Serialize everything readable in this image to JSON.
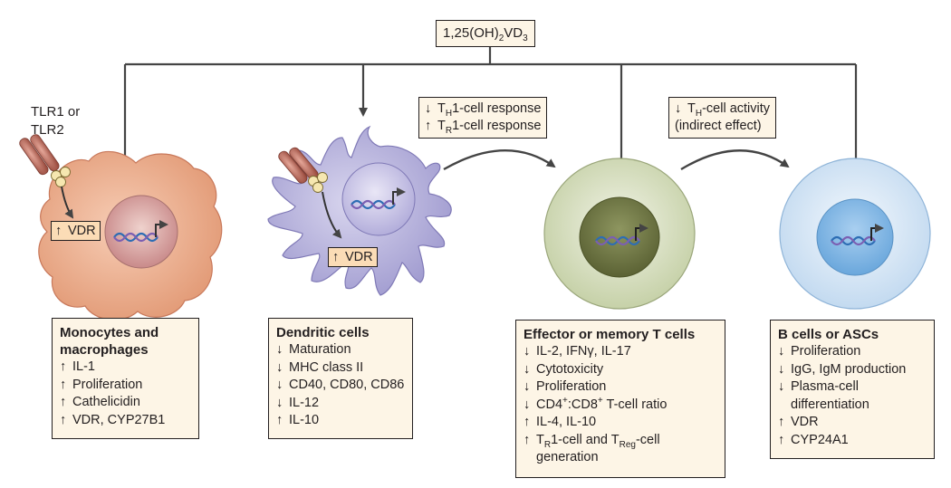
{
  "source": {
    "base": "1,25(OH)",
    "sub1": "2",
    "mid": "VD",
    "sub2": "3"
  },
  "tlr_label": {
    "line1": "TLR1 or",
    "line2": "TLR2"
  },
  "vdr_label": "VDR",
  "up_arrow": "↑",
  "down_arrow": "↓",
  "effects": {
    "th_response": {
      "pre": "T",
      "sub": "H",
      "post": "1-cell response"
    },
    "tr_response": {
      "pre": "T",
      "sub": "R",
      "post": "1-cell response"
    },
    "th_activity": {
      "pre": "T",
      "sub": "H",
      "post": "-cell activity"
    },
    "indirect": "(indirect effect)"
  },
  "monocytes": {
    "title1": "Monocytes and",
    "title2": "macrophages",
    "items": [
      "IL-1",
      "Proliferation",
      "Cathelicidin",
      "VDR, CYP27B1"
    ]
  },
  "dendritic": {
    "title": "Dendritic cells",
    "items": [
      "Maturation",
      "MHC class II",
      "CD40, CD80, CD86",
      "IL-12",
      "IL-10"
    ]
  },
  "tcells": {
    "title": "Effector or memory T cells",
    "item1": "IL-2, IFNγ, IL-17",
    "item2": "Cytotoxicity",
    "item3": "Proliferation",
    "item4": {
      "a": "CD4",
      "sup1": "+",
      "b": ":CD8",
      "sup2": "+",
      "c": " T-cell ratio"
    },
    "item5": "IL-4, IL-10",
    "item6": {
      "a": "T",
      "sub1": "R",
      "b": "1-cell and T",
      "sub2": "Reg",
      "c": "-cell",
      "line2": "generation"
    }
  },
  "bcells": {
    "title": "B cells or ASCs",
    "item1": "Proliferation",
    "item2": "IgG, IgM production",
    "item3a": "Plasma-cell",
    "item3b": "differentiation",
    "item4": "VDR",
    "item5": "CYP24A1"
  },
  "colors": {
    "line": "#444444",
    "box_fill": "#fdf5e6",
    "vdr_fill": "#fbdcb6",
    "macrophage": "#e9a37f",
    "dendritic": "#aeaad6",
    "tcell": "#d3dcbc",
    "tcell_nucleus": "#6b7340",
    "bcell": "#cfe2f3",
    "bcell_nucleus": "#7fb5e2",
    "dna_blue": "#2d6db4",
    "dna_violet": "#7b5fb2"
  }
}
